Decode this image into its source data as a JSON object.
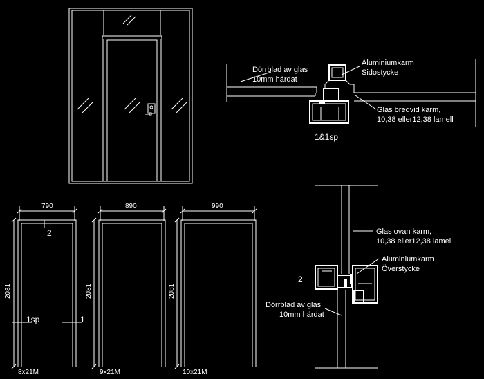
{
  "elevation": {
    "panels": 3
  },
  "section_side": {
    "label": "1&1sp",
    "door_leaf": {
      "line1": "Dörrblad av glas",
      "line2": "10mm härdat"
    },
    "frame": {
      "line1": "Aluminiumkarm",
      "line2": "Sidostycke"
    },
    "glass": {
      "line1": "Glas bredvid karm,",
      "line2": "10,38 eller12,38 lamell"
    }
  },
  "section_top": {
    "label": "2",
    "glass": {
      "line1": "Glas ovan karm,",
      "line2": "10,38 eller12,38 lamell"
    },
    "frame": {
      "line1": "Aluminiumkarm",
      "line2": "Överstycke"
    },
    "door_leaf": {
      "line1": "Dörrblad av glas",
      "line2": "10mm härdat"
    }
  },
  "frames": [
    {
      "width": "790",
      "height": "2081",
      "module": "8x21M",
      "top_mark": "2",
      "side_marks": [
        "1sp",
        "1"
      ]
    },
    {
      "width": "890",
      "height": "2081",
      "module": "9x21M"
    },
    {
      "width": "990",
      "height": "2081",
      "module": "10x21M"
    }
  ]
}
